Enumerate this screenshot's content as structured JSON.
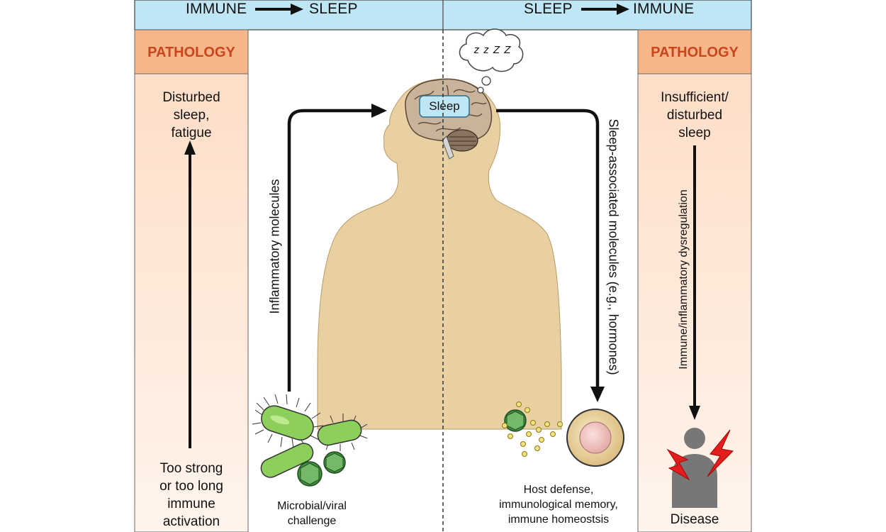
{
  "header": {
    "left": {
      "from": "IMMUNE",
      "to": "SLEEP"
    },
    "right": {
      "from": "SLEEP",
      "to": "IMMUNE"
    }
  },
  "left_panel": {
    "title": "PATHOLOGY",
    "top_text": [
      "Disturbed",
      "sleep,",
      "fatigue"
    ],
    "bottom_text": [
      "Too strong",
      "or too long",
      "immune",
      "activation"
    ]
  },
  "right_panel": {
    "title": "PATHOLOGY",
    "top_text": [
      "Insufficient/",
      "disturbed",
      "sleep"
    ],
    "arrow_label": "Immune/inflammatory dysregulation",
    "bottom_text": "Disease"
  },
  "center": {
    "brain_label": "Sleep",
    "dream_bubble": "z z Z Z",
    "left_arrow_label": "Inflammatory molecules",
    "right_arrow_label": "Sleep-associated molecules (e.g., hormones)",
    "left_caption": [
      "Microbial/viral",
      "challenge"
    ],
    "right_caption": [
      "Host defense,",
      "immunological memory,",
      "immune homeostsis"
    ]
  },
  "colors": {
    "header_bg": "#bfe6f5",
    "panel_title_bg": "#f7b68a",
    "panel_gradient_top": "#fddcc4",
    "panel_gradient_bottom": "#fff3ea",
    "pathology_text": "#c8461c",
    "skin": "#e8d0a2",
    "bacteria": "#8ccf5a",
    "virus": "#3f8f3f",
    "lightning": "#e21e1e",
    "silhouette": "#777777"
  }
}
